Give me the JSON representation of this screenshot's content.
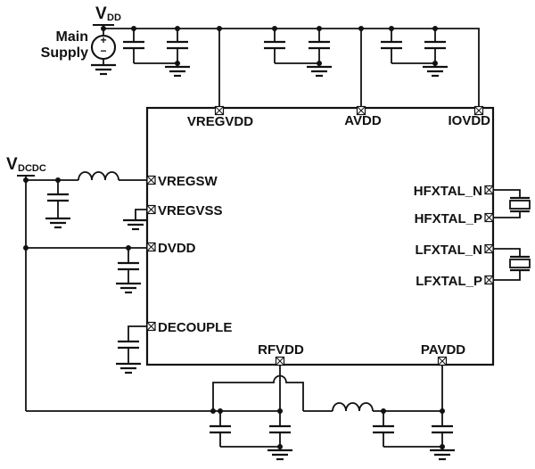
{
  "colors": {
    "line": "#111111",
    "background": "#ffffff"
  },
  "nets": {
    "vdd": {
      "base": "V",
      "sub": "DD"
    },
    "vdcdc": {
      "base": "V",
      "sub": "DCDC"
    }
  },
  "source": {
    "label_line1": "Main",
    "label_line2": "Supply",
    "plus": "+",
    "minus": "−"
  },
  "chip": {
    "pins": {
      "top": [
        "VREGVDD",
        "AVDD",
        "IOVDD"
      ],
      "left": [
        "VREGSW",
        "VREGVSS",
        "DVDD",
        "DECOUPLE"
      ],
      "right": [
        "HFXTAL_N",
        "HFXTAL_P",
        "LFXTAL_N",
        "LFXTAL_P"
      ],
      "bottom": [
        "RFVDD",
        "PAVDD"
      ]
    }
  }
}
